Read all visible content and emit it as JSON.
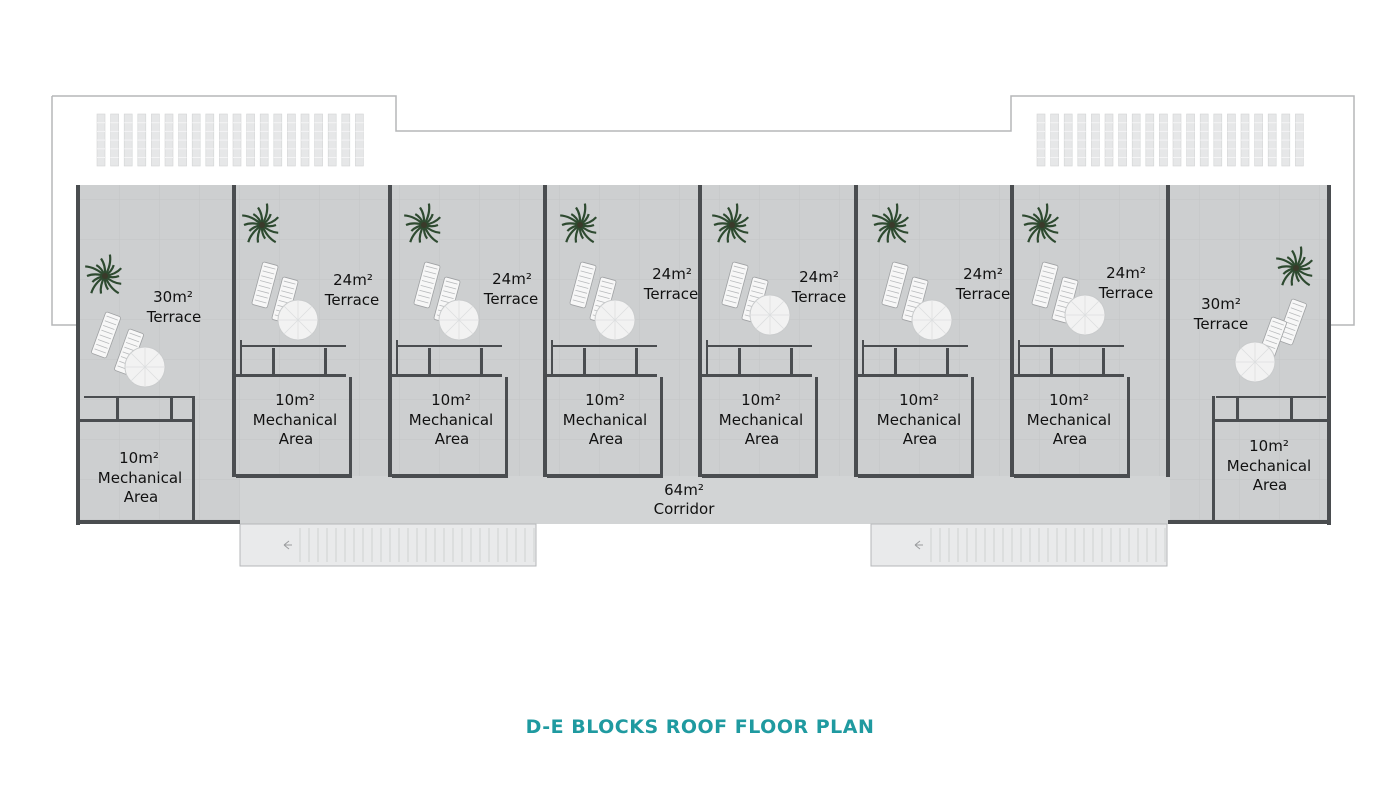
{
  "colors": {
    "wall": "#4a4d50",
    "floor": "#cdcfd0",
    "outline": "#b5b7b9",
    "title": "#1f9aa0",
    "plant": "#2e4a30"
  },
  "units": [
    {
      "terrace_area": "30m²",
      "terrace_label": "Terrace",
      "mech_area": "10m²",
      "mech_label": "Mechanical",
      "mech_label2": "Area"
    },
    {
      "terrace_area": "24m²",
      "terrace_label": "Terrace",
      "mech_area": "10m²",
      "mech_label": "Mechanical",
      "mech_label2": "Area"
    },
    {
      "terrace_area": "24m²",
      "terrace_label": "Terrace",
      "mech_area": "10m²",
      "mech_label": "Mechanical",
      "mech_label2": "Area"
    },
    {
      "terrace_area": "24m²",
      "terrace_label": "Terrace",
      "mech_area": "10m²",
      "mech_label": "Mechanical",
      "mech_label2": "Area"
    },
    {
      "terrace_area": "24m²",
      "terrace_label": "Terrace",
      "mech_area": "10m²",
      "mech_label": "Mechanical",
      "mech_label2": "Area"
    },
    {
      "terrace_area": "24m²",
      "terrace_label": "Terrace",
      "mech_area": "10m²",
      "mech_label": "Mechanical",
      "mech_label2": "Area"
    },
    {
      "terrace_area": "24m²",
      "terrace_label": "Terrace",
      "mech_area": "10m²",
      "mech_label": "Mechanical",
      "mech_label2": "Area"
    },
    {
      "terrace_area": "30m²",
      "terrace_label": "Terrace",
      "mech_area": "10m²",
      "mech_label": "Mechanical",
      "mech_label2": "Area"
    }
  ],
  "corridor": {
    "area": "64m²",
    "label": "Corridor"
  },
  "title": "D-E BLOCKS ROOF FLOOR PLAN"
}
